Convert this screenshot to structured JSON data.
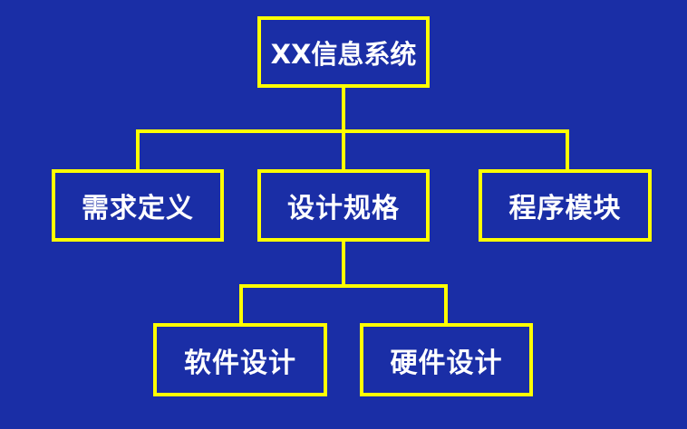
{
  "diagram": {
    "background_color": "#1a2ea6",
    "box_border_color": "#ffff00",
    "line_color": "#ffff00",
    "text_color": "#ffffff",
    "nodes": {
      "root": {
        "label": "XX信息系统"
      },
      "requirements": {
        "label": "需求定义"
      },
      "design_spec": {
        "label": "设计规格"
      },
      "program_modules": {
        "label": "程序模块"
      },
      "software_design": {
        "label": "软件设计"
      },
      "hardware_design": {
        "label": "硬件设计"
      }
    },
    "edges": [
      {
        "from": "root",
        "to": "requirements"
      },
      {
        "from": "root",
        "to": "design_spec"
      },
      {
        "from": "root",
        "to": "program_modules"
      },
      {
        "from": "design_spec",
        "to": "software_design"
      },
      {
        "from": "design_spec",
        "to": "hardware_design"
      }
    ]
  }
}
